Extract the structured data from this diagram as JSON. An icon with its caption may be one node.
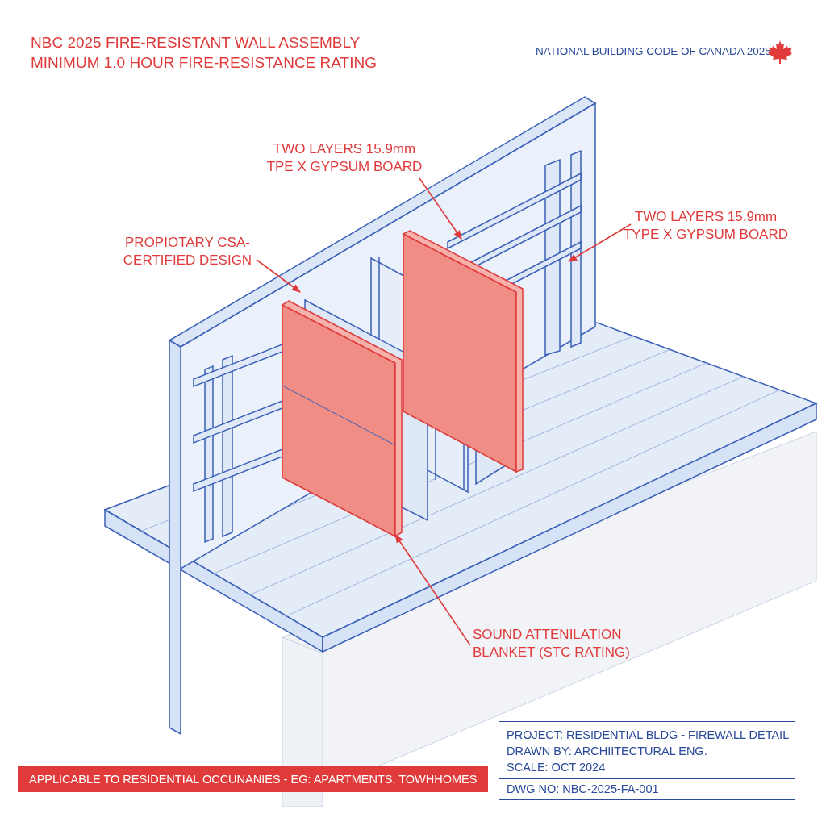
{
  "diagram": {
    "title": "NBC 2025 FIRE-RESISTANT WALL ASSEMBLY MINIMUM 1.0 HOUR FIRE-RESISTANCE RATING",
    "nodes": [
      {
        "text": [
          "TWO LAYERS 15.9mm TPE X GYPSUM BOARD"
        ]
      },
      {
        "text": [
          "TWO LAYERS 15.9mm TYPE X GYPSUM BOARD"
        ]
      },
      {
        "text": [
          "PROPIOTARY CSA-CERTIFIED DESIGN"
        ]
      },
      {
        "text": [
          "SOUND ATTENILATION BLANKET (STC RATING)"
        ]
      }
    ],
    "edges": [
      {
        "from": 0,
        "to": null,
        "arrow": "to"
      },
      {
        "from": 1,
        "to": null,
        "arrow": "to"
      },
      {
        "from": 2,
        "to": null,
        "arrow": "to"
      },
      {
        "from": 3,
        "to": null,
        "arrow": "to"
      }
    ],
    "labels": [
      "NATIONAL BUILDING CODE OF CANADA 2025",
      "PROJECT: RESIDENTIAL BLDG - FIREWALL DETAIL",
      "DRAWN BY: ARCHIITECTURAL ENG.",
      "SCALE: OCT 2024",
      "DWG NO: NBC-2025-FA-001",
      "APPLICABLE TO RESIDENTIAL OCCUNANIES - EG: APARTMENTS, TOWHHOMES"
    ]
  }
}
